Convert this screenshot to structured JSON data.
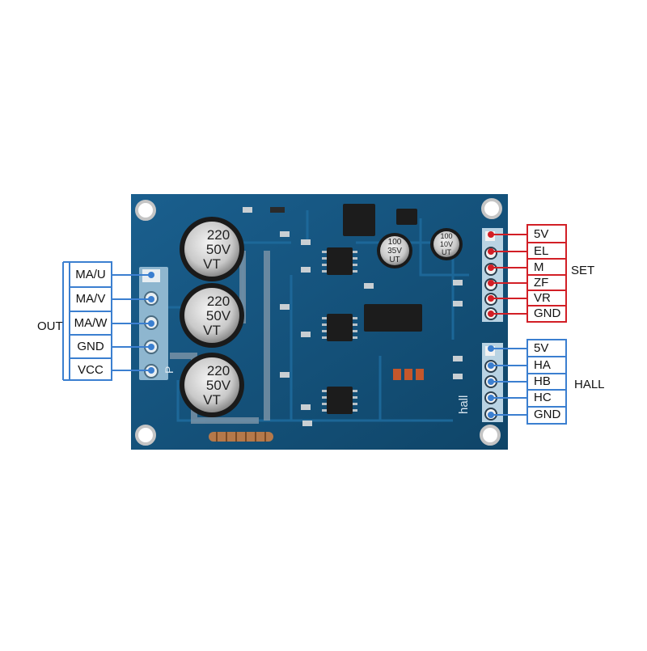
{
  "out": {
    "title": "OUT",
    "pins": [
      "MA/U",
      "MA/V",
      "MA/W",
      "GND",
      "VCC"
    ]
  },
  "set": {
    "title": "SET",
    "pins": [
      "5V",
      "EL",
      "M",
      "ZF",
      "VR",
      "GND"
    ]
  },
  "hall": {
    "title": "HALL",
    "pins": [
      "5V",
      "HA",
      "HB",
      "HC",
      "GND"
    ]
  },
  "board": {
    "silk_hall": "hall",
    "silk_p": "P",
    "cap_large": {
      "value": "220",
      "voltage": "50V",
      "series": "VT"
    },
    "cap_small_a": {
      "value": "100",
      "voltage": "35V",
      "series": "UT"
    },
    "cap_small_b": {
      "value": "100",
      "voltage": "10V",
      "series": "UT"
    }
  },
  "colors": {
    "out_box": "#3b7fd0",
    "set_box": "#d21f26",
    "hall_box": "#3b7fd0",
    "pcb": "#14507a"
  }
}
